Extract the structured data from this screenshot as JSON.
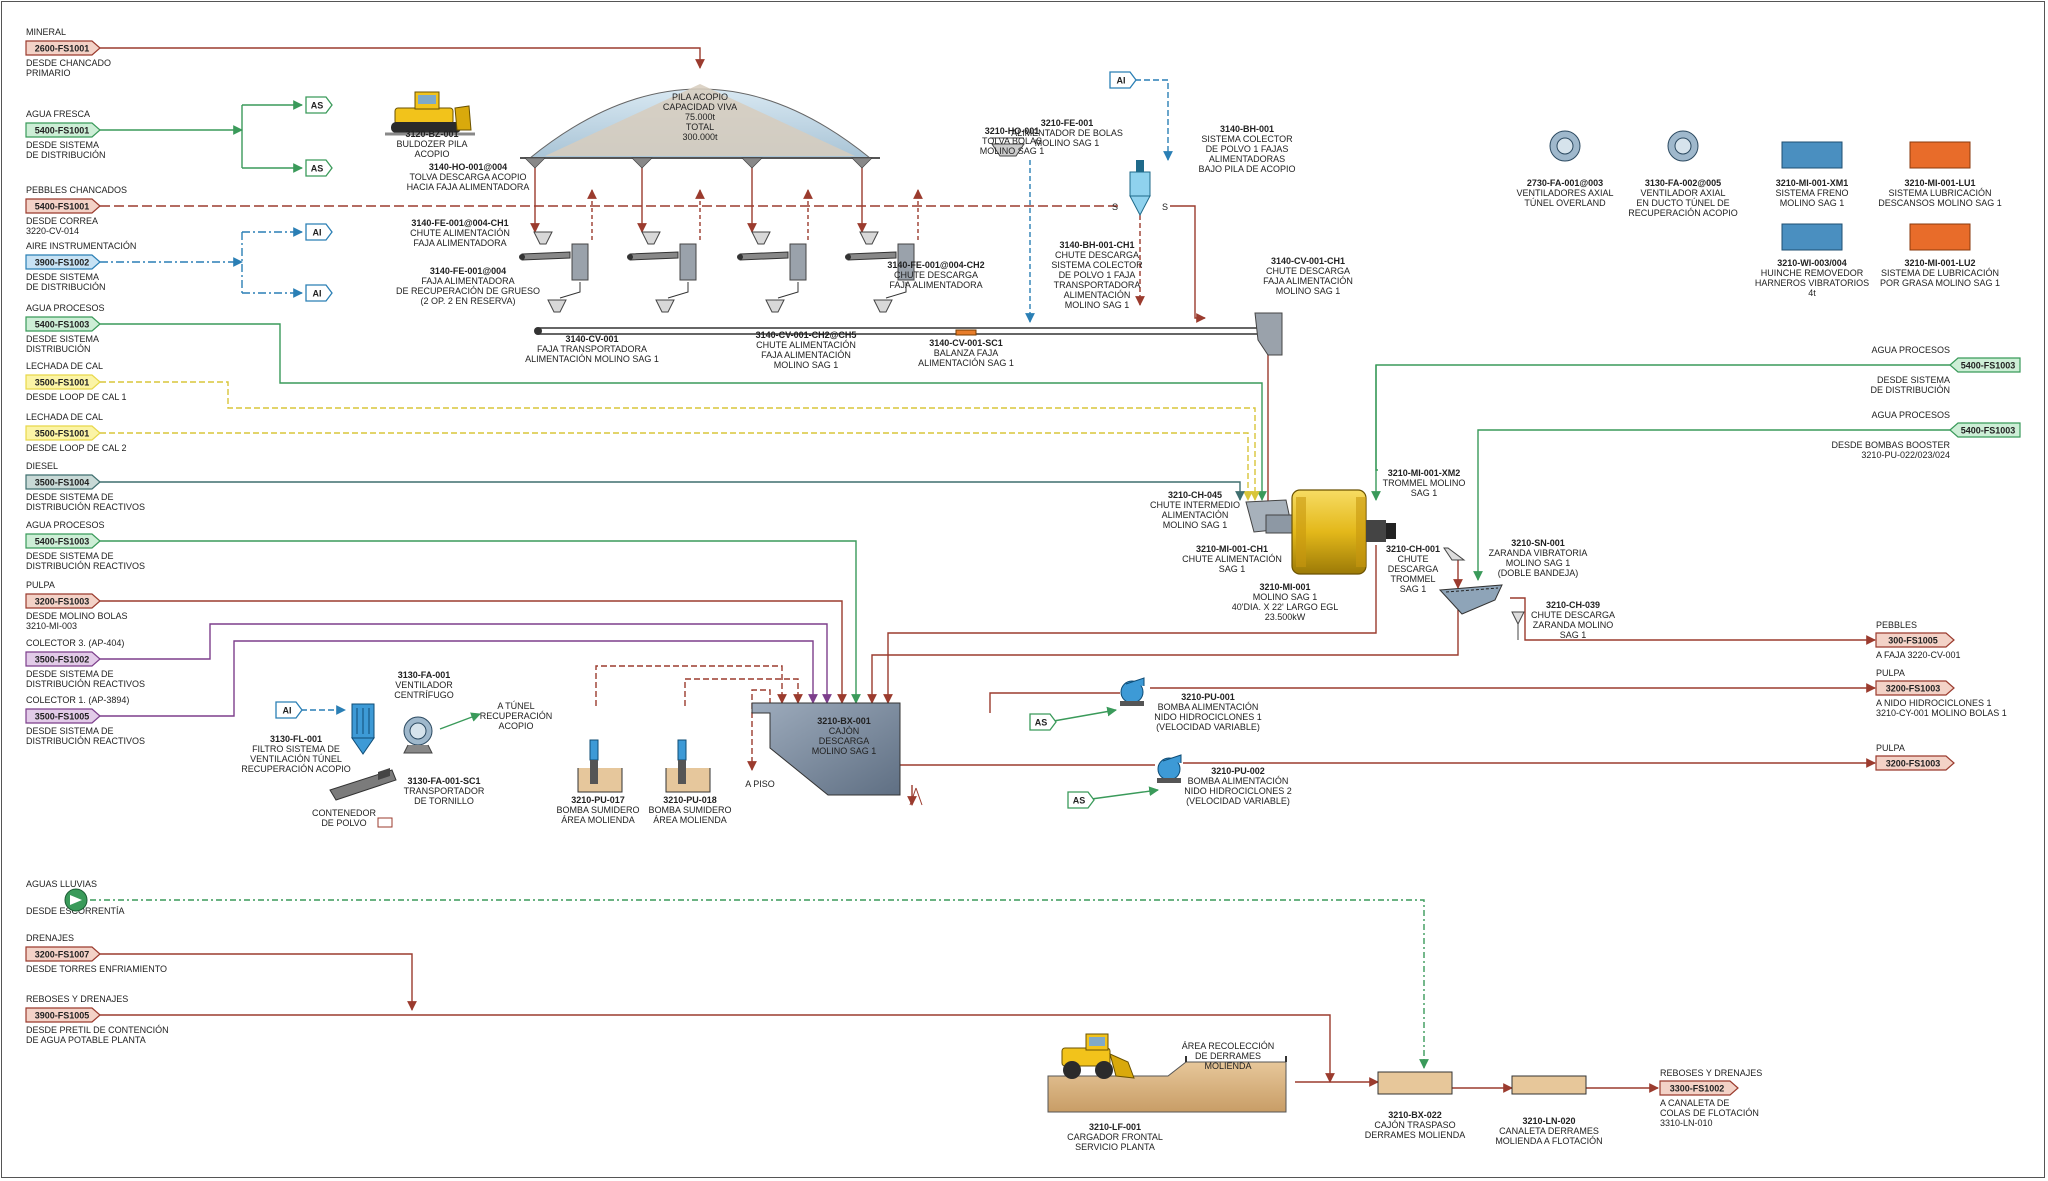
{
  "colors": {
    "ore": "#9b3b2e",
    "water": "#3a9a5a",
    "lime": "#e8d84a",
    "air": "#2a7fb5",
    "diesel": "#3f6f6f",
    "pulp": "#9b3b2e",
    "collector3": "#7d3f8c",
    "collector1": "#7d3f8c",
    "mill": "#e3b81a",
    "box": "#7f8fa3",
    "blueblock": "#4a8fc0",
    "orangeblock": "#e86c2a"
  },
  "icons": [
    "bulldozer-icon",
    "loader-icon",
    "fan-icon",
    "pump-icon",
    "cyclone-icon",
    "filter-icon",
    "tank-icon"
  ],
  "streams_left": [
    {
      "title": "MINERAL",
      "tag": "2600-FS1001",
      "desc": [
        "DESDE CHANCADO",
        "PRIMARIO"
      ],
      "color": "ore"
    },
    {
      "title": "AGUA FRESCA",
      "tag": "5400-FS1001",
      "desc": [
        "DESDE SISTEMA",
        "DE DISTRIBUCIÓN"
      ],
      "color": "water"
    },
    {
      "title": "PEBBLES CHANCADOS",
      "tag": "5400-FS1001",
      "desc": [
        "DESDE CORREA",
        "3220-CV-014"
      ],
      "color": "ore"
    },
    {
      "title": "AIRE INSTRUMENTACIÓN",
      "tag": "3900-FS1002",
      "desc": [
        "DESDE SISTEMA",
        "DE DISTRIBUCIÓN"
      ],
      "color": "air"
    },
    {
      "title": "AGUA PROCESOS",
      "tag": "5400-FS1003",
      "desc": [
        "DESDE SISTEMA",
        "DISTRIBUCIÓN"
      ],
      "color": "water"
    },
    {
      "title": "LECHADA DE CAL",
      "tag": "3500-FS1001",
      "desc": [
        "DESDE LOOP DE CAL 1"
      ],
      "color": "lime"
    },
    {
      "title": "LECHADA DE CAL",
      "tag": "3500-FS1001",
      "desc": [
        "DESDE LOOP DE CAL 2"
      ],
      "color": "lime"
    },
    {
      "title": "DIESEL",
      "tag": "3500-FS1004",
      "desc": [
        "DESDE SISTEMA DE",
        "DISTRIBUCIÓN REACTIVOS"
      ],
      "color": "diesel"
    },
    {
      "title": "AGUA PROCESOS",
      "tag": "5400-FS1003",
      "desc": [
        "DESDE SISTEMA DE",
        "DISTRIBUCIÓN REACTIVOS"
      ],
      "color": "water"
    },
    {
      "title": "PULPA",
      "tag": "3200-FS1003",
      "desc": [
        "DESDE MOLINO BOLAS",
        "3210-MI-003"
      ],
      "color": "pulp"
    },
    {
      "title": "COLECTOR 3. (AP-404)",
      "tag": "3500-FS1002",
      "desc": [
        "DESDE SISTEMA DE",
        "DISTRIBUCIÓN REACTIVOS"
      ],
      "color": "collector3"
    },
    {
      "title": "COLECTOR 1. (AP-3894)",
      "tag": "3500-FS1005",
      "desc": [
        "DESDE SISTEMA DE",
        "DISTRIBUCIÓN REACTIVOS"
      ],
      "color": "collector1"
    },
    {
      "title": "AGUAS LLUVIAS",
      "tag": "",
      "desc": [
        "DESDE ESCORRENTÍA"
      ],
      "color": "water"
    },
    {
      "title": "DRENAJES",
      "tag": "3200-FS1007",
      "desc": [
        "DESDE TORRES  ENFRIAMIENTO"
      ],
      "color": "ore"
    },
    {
      "title": "REBOSES Y DRENAJES",
      "tag": "3900-FS1005",
      "desc": [
        "DESDE PRETIL DE CONTENCIÓN",
        "DE AGUA POTABLE PLANTA"
      ],
      "color": "ore"
    }
  ],
  "streams_right": [
    {
      "title": "AGUA PROCESOS",
      "tag": "5400-FS1003",
      "desc": [
        "DESDE SISTEMA",
        "DE DISTRIBUCIÓN"
      ],
      "color": "water"
    },
    {
      "title": "AGUA PROCESOS",
      "tag": "5400-FS1003",
      "desc": [
        "DESDE BOMBAS BOOSTER",
        "3210-PU-022/023/024"
      ],
      "color": "water"
    },
    {
      "title": "PEBBLES",
      "tag": "300-FS1005",
      "desc": [
        "A FAJA 3220-CV-001"
      ],
      "color": "ore"
    },
    {
      "title": "PULPA",
      "tag": "3200-FS1003",
      "desc": [
        "A NIDO HIDROCICLONES 1",
        "3210-CY-001 MOLINO BOLAS 1"
      ],
      "color": "pulp"
    },
    {
      "title": "PULPA",
      "tag": "3200-FS1003",
      "desc": [],
      "color": "pulp"
    },
    {
      "title": "REBOSES Y DRENAJES",
      "tag": "3300-FS1002",
      "desc": [
        "A CANALETA DE",
        "COLAS DE FLOTACIÓN",
        "3310-LN-010"
      ],
      "color": "ore"
    }
  ],
  "instruments": [
    "AS",
    "AS",
    "AI",
    "AI",
    "AI",
    "AI",
    "AS",
    "AS"
  ],
  "stockpile_text": [
    "PILA ACOPIO",
    "CAPACIDAD VIVA",
    "75.000t",
    "TOTAL",
    "300.000t"
  ],
  "equipment": [
    {
      "tag": "3120-BZ-001",
      "desc": [
        "BULDOZER PILA",
        "ACOPIO"
      ]
    },
    {
      "tag": "3140-HO-001@004",
      "desc": [
        "TOLVA DESCARGA ACOPIO",
        "HACIA FAJA ALIMENTADORA"
      ]
    },
    {
      "tag": "3140-FE-001@004-CH1",
      "desc": [
        "CHUTE ALIMENTACIÓN",
        "FAJA ALIMENTADORA"
      ]
    },
    {
      "tag": "3140-FE-001@004",
      "desc": [
        "FAJA ALIMENTADORA",
        "DE RECUPERACIÓN DE GRUESO",
        "(2 OP. 2 EN RESERVA)"
      ]
    },
    {
      "tag": "3140-CV-001",
      "desc": [
        "FAJA TRANSPORTADORA",
        "ALIMENTACIÓN MOLINO SAG 1"
      ]
    },
    {
      "tag": "3140-CV-001-CH2@CH5",
      "desc": [
        "CHUTE ALIMENTACIÓN",
        "FAJA ALIMENTACIÓN",
        "MOLINO SAG 1"
      ]
    },
    {
      "tag": "3140-FE-001@004-CH2",
      "desc": [
        "CHUTE DESCARGA",
        "FAJA ALIMENTADORA"
      ]
    },
    {
      "tag": "3140-CV-001-SC1",
      "desc": [
        "BALANZA FAJA",
        "ALIMENTACIÓN SAG 1"
      ]
    },
    {
      "tag": "3210-HO-001",
      "desc": [
        "TOLVA BOLAS",
        "MOLINO SAG 1"
      ]
    },
    {
      "tag": "3210-FE-001",
      "desc": [
        "ALIMENTADOR DE BOLAS",
        "MOLINO SAG 1"
      ]
    },
    {
      "tag": "3140-BH-001",
      "desc": [
        "SISTEMA COLECTOR",
        "DE POLVO 1 FAJAS",
        "ALIMENTADORAS",
        "BAJO PILA DE ACOPIO"
      ]
    },
    {
      "tag": "3140-BH-001-CH1",
      "desc": [
        "CHUTE DESCARGA",
        "SISTEMA COLECTOR",
        "DE POLVO 1 FAJA",
        "TRANSPORTADORA",
        "ALIMENTACIÓN",
        "MOLINO SAG 1"
      ]
    },
    {
      "tag": "3140-CV-001-CH1",
      "desc": [
        "CHUTE DESCARGA",
        "FAJA ALIMENTACIÓN",
        "MOLINO SAG 1"
      ]
    },
    {
      "tag": "2730-FA-001@003",
      "desc": [
        "VENTILADORES AXIAL",
        "TÚNEL OVERLAND"
      ]
    },
    {
      "tag": "3130-FA-002@005",
      "desc": [
        "VENTILADOR AXIAL",
        "EN DUCTO TÚNEL DE",
        "RECUPERACIÓN ACOPIO"
      ]
    },
    {
      "tag": "3210-MI-001-XM1",
      "desc": [
        "SISTEMA FRENO",
        "MOLINO SAG 1"
      ]
    },
    {
      "tag": "3210-MI-001-LU1",
      "desc": [
        "SISTEMA LUBRICACIÓN",
        "DESCANSOS MOLINO SAG 1"
      ]
    },
    {
      "tag": "3210-WI-003/004",
      "desc": [
        "HUINCHE REMOVEDOR",
        "HARNEROS VIBRATORIOS",
        "4t"
      ]
    },
    {
      "tag": "3210-MI-001-LU2",
      "desc": [
        "SISTEMA DE LUBRICACIÓN",
        "POR GRASA MOLINO SAG 1"
      ]
    },
    {
      "tag": "3210-CH-045",
      "desc": [
        "CHUTE INTERMEDIO",
        "ALIMENTACIÓN",
        "MOLINO SAG 1"
      ]
    },
    {
      "tag": "3210-MI-001-CH1",
      "desc": [
        "CHUTE ALIMENTACIÓN",
        "SAG 1"
      ]
    },
    {
      "tag": "3210-MI-001",
      "desc": [
        "MOLINO SAG 1",
        "40'DIA. X 22' LARGO EGL",
        "23.500kW"
      ]
    },
    {
      "tag": "3210-MI-001-XM2",
      "desc": [
        "TROMMEL MOLINO",
        "SAG 1"
      ]
    },
    {
      "tag": "3210-CH-001",
      "desc": [
        "CHUTE",
        "DESCARGA",
        "TROMMEL",
        "SAG 1"
      ]
    },
    {
      "tag": "3210-SN-001",
      "desc": [
        "ZARANDA VIBRATORIA",
        "MOLINO SAG 1",
        "(DOBLE BANDEJA)"
      ]
    },
    {
      "tag": "3210-CH-039",
      "desc": [
        "CHUTE DESCARGA",
        "ZARANDA MOLINO",
        "SAG 1"
      ]
    },
    {
      "tag": "3210-PU-001",
      "desc": [
        "BOMBA ALIMENTACIÓN",
        "NIDO HIDROCICLONES 1",
        "(VELOCIDAD VARIABLE)"
      ]
    },
    {
      "tag": "3210-PU-002",
      "desc": [
        "BOMBA ALIMENTACIÓN",
        "NIDO HIDROCICLONES 2",
        "(VELOCIDAD VARIABLE)"
      ]
    },
    {
      "tag": "3210-BX-001",
      "desc": [
        "CAJÓN",
        "DESCARGA",
        "MOLINO SAG 1"
      ]
    },
    {
      "tag": "3130-FA-001",
      "desc": [
        "VENTILADOR",
        "CENTRÍFUGO"
      ]
    },
    {
      "tag": "3130-FL-001",
      "desc": [
        "FILTRO SISTEMA DE",
        "VENTILACIÓN TÚNEL",
        "RECUPERACIÓN ACOPIO"
      ]
    },
    {
      "tag": "3130-FA-001-SC1",
      "desc": [
        "TRANSPORTADOR",
        "DE TORNILLO"
      ]
    },
    {
      "tag": "",
      "desc": [
        "CONTENEDOR",
        "DE POLVO"
      ]
    },
    {
      "tag": "3210-PU-017",
      "desc": [
        "BOMBA SUMIDERO",
        "ÁREA MOLIENDA"
      ]
    },
    {
      "tag": "3210-PU-018",
      "desc": [
        "BOMBA SUMIDERO",
        "ÁREA MOLIENDA"
      ]
    },
    {
      "tag": "3210-LF-001",
      "desc": [
        "CARGADOR FRONTAL",
        "SERVICIO PLANTA"
      ]
    },
    {
      "tag": "3210-BX-022",
      "desc": [
        "CAJÓN TRASPASO",
        "DERRAMES MOLIENDA"
      ]
    },
    {
      "tag": "3210-LN-020",
      "desc": [
        "CANALETA DERRAMES",
        "MOLIENDA A FLOTACIÓN"
      ]
    }
  ],
  "notes": {
    "a_tunel": [
      "A TÚNEL",
      "RECUPERACIÓN",
      "ACOPIO"
    ],
    "a_piso": "A PISO",
    "area_derrames": [
      "ÁREA RECOLECCIÓN",
      "DE DERRAMES",
      "MOLIENDA"
    ]
  }
}
